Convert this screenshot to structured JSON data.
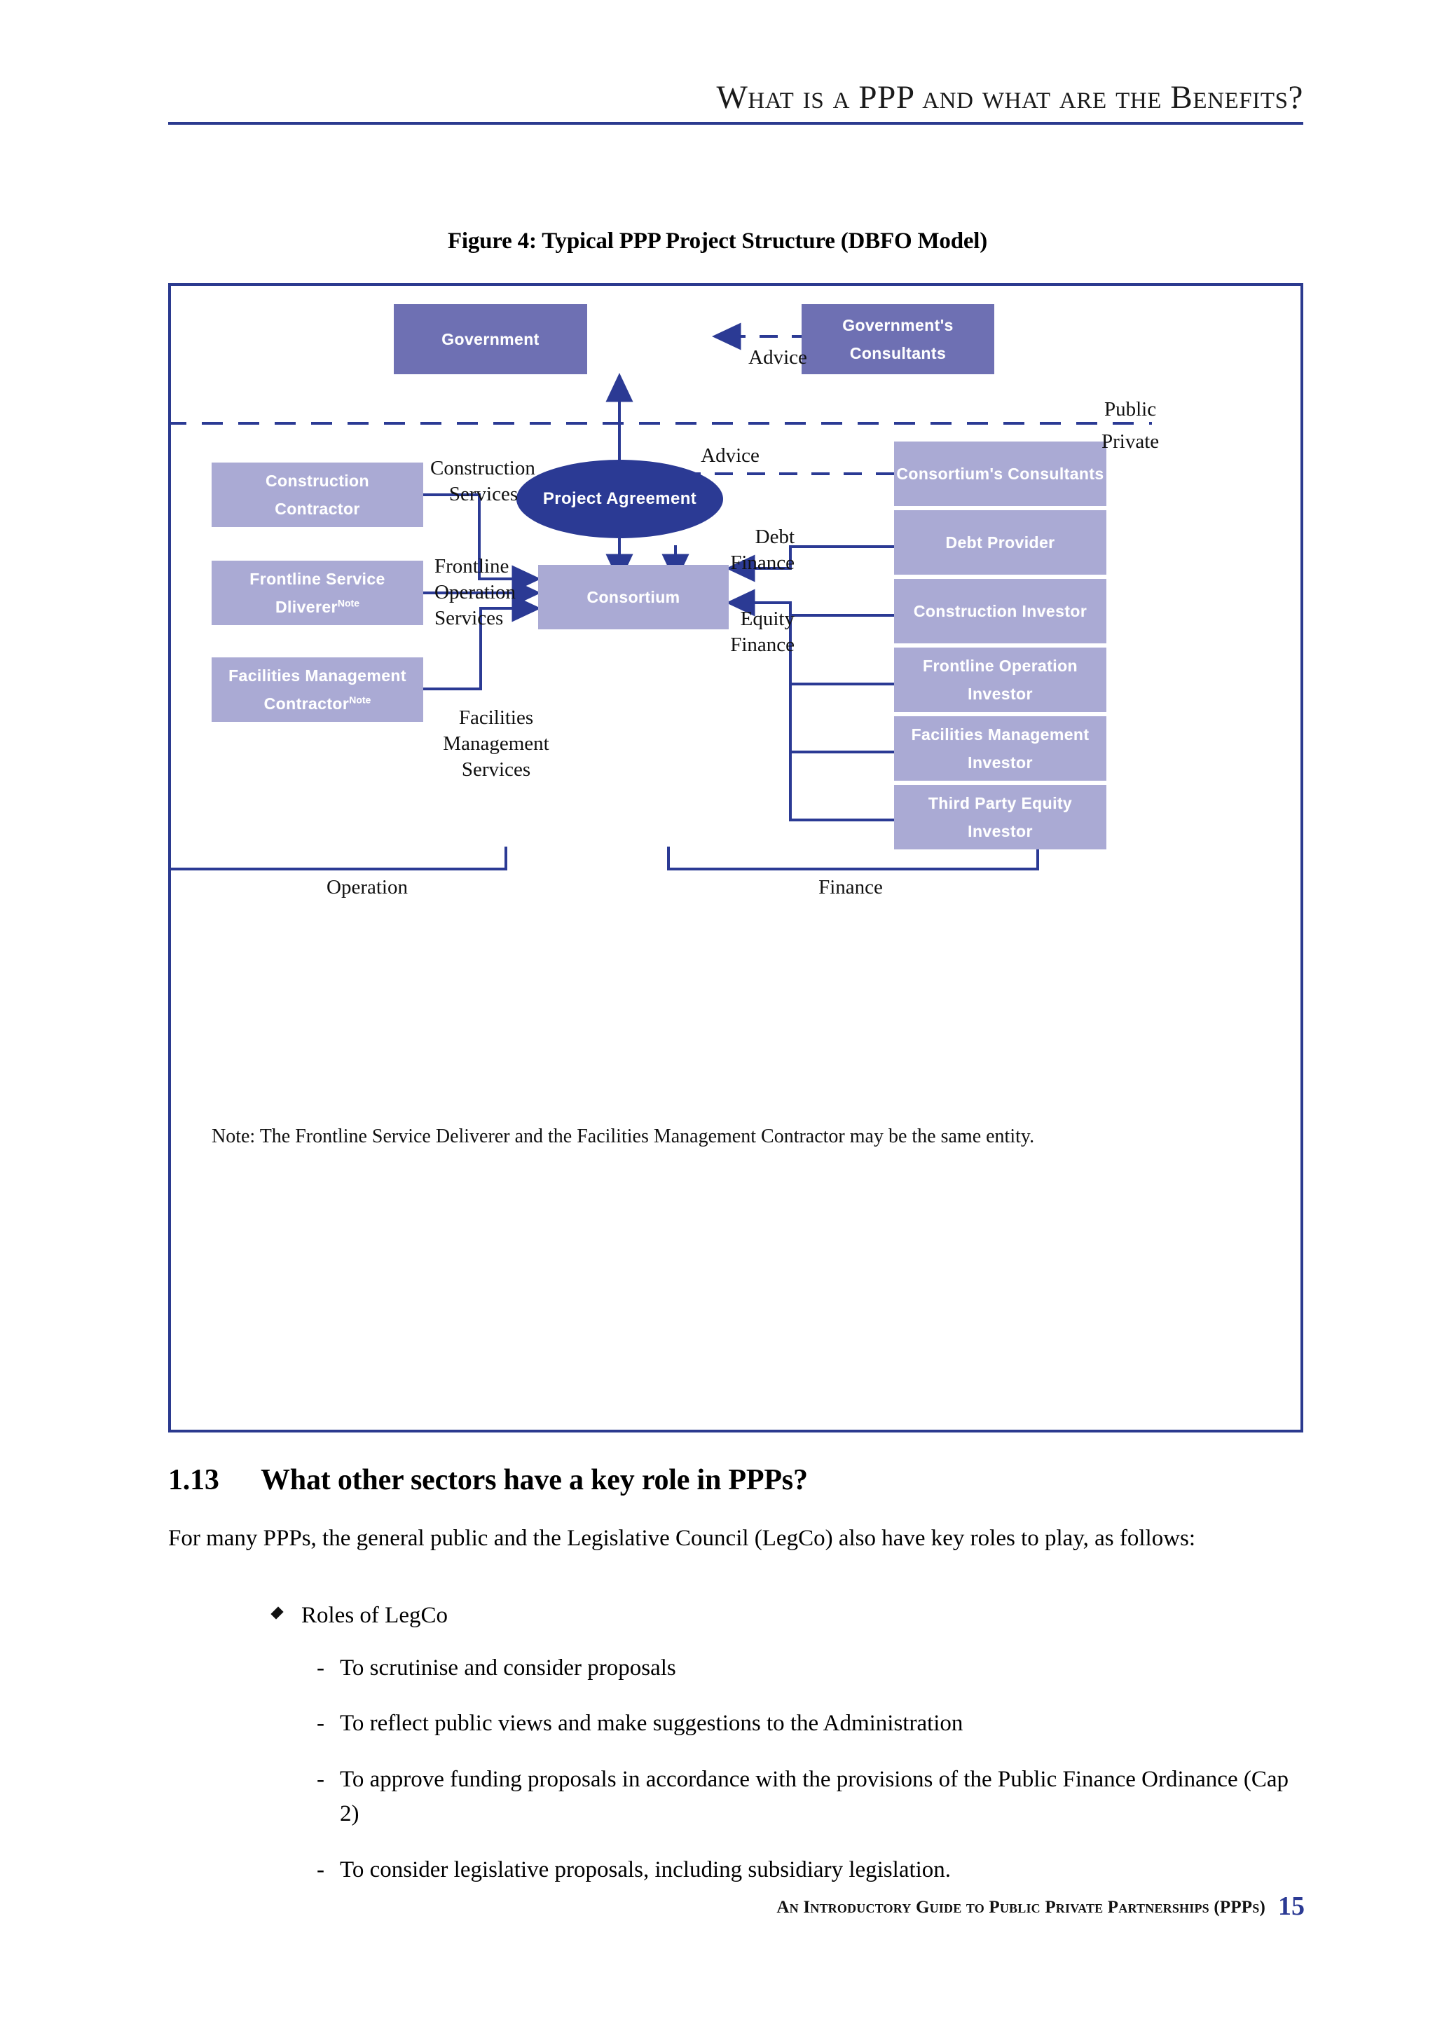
{
  "header": {
    "title": "What is a PPP and what are the Benefits?"
  },
  "figure": {
    "caption": "Figure 4: Typical PPP Project Structure (DBFO Model)",
    "note": "Note:  The Frontline Service Deliverer and the Facilities Management Contractor may be the same entity.",
    "nodes": {
      "government": "Government",
      "government_consultants_line1": "Government's",
      "government_consultants_line2": "Consultants",
      "project_agreement": "Project Agreement",
      "construction_contractor_line1": "Construction",
      "construction_contractor_line2": "Contractor",
      "frontline_service_deliverer_line1": "Frontline Service",
      "frontline_service_deliverer_line2": "Dliverer",
      "frontline_service_deliverer_sup": "Note",
      "facilities_management_contractor_line1": "Facilities Management",
      "facilities_management_contractor_line2": "Contractor",
      "facilities_management_contractor_sup": "Note",
      "consortium": "Consortium",
      "consortium_consultants": "Consortium's Consultants",
      "debt_provider": "Debt Provider",
      "construction_investor": "Construction Investor",
      "frontline_operation_investor_line1": "Frontline Operation",
      "frontline_operation_investor_line2": "Investor",
      "facilities_management_investor_line1": "Facilities Management",
      "facilities_management_investor_line2": "Investor",
      "third_party_equity_investor_line1": "Third Party Equity",
      "third_party_equity_investor_line2": "Investor"
    },
    "edge_labels": {
      "advice_government": "Advice",
      "advice_consortium": "Advice",
      "public": "Public",
      "private": "Private",
      "construction_services_line1": "Construction",
      "construction_services_line2": "Services",
      "frontline_operation_services_line1": "Frontline",
      "frontline_operation_services_line2": "Operation",
      "frontline_operation_services_line3": "Services",
      "facilities_management_services_line1": "Facilities",
      "facilities_management_services_line2": "Management",
      "facilities_management_services_line3": "Services",
      "debt_finance_line1": "Debt",
      "debt_finance_line2": "Finance",
      "equity_finance_line1": "Equity",
      "equity_finance_line2": "Finance"
    },
    "bracket_labels": {
      "operation": "Operation",
      "finance": "Finance"
    },
    "colors": {
      "node_dark": "#6e70b3",
      "node_light": "#aaaad4",
      "ellipse": "#2b3a94",
      "line": "#2b3a94",
      "frame": "#2b3a8f"
    }
  },
  "section": {
    "number": "1.13",
    "heading": "What other sectors have a key role in PPPs?",
    "intro": "For many PPPs, the general public and the Legislative Council (LegCo) also have key roles to play, as follows:",
    "bullet": "Roles of LegCo",
    "dash": "-",
    "sub_items": [
      "To scrutinise and consider proposals",
      "To reflect public views and make suggestions to the Administration",
      "To approve funding proposals in accordance with the provisions of the Public Finance Ordinance (Cap 2)",
      "To consider legislative proposals, including subsidiary legislation."
    ]
  },
  "footer": {
    "text": "An Introductory Guide to Public Private Partnerships (PPPs)",
    "page": "15"
  }
}
